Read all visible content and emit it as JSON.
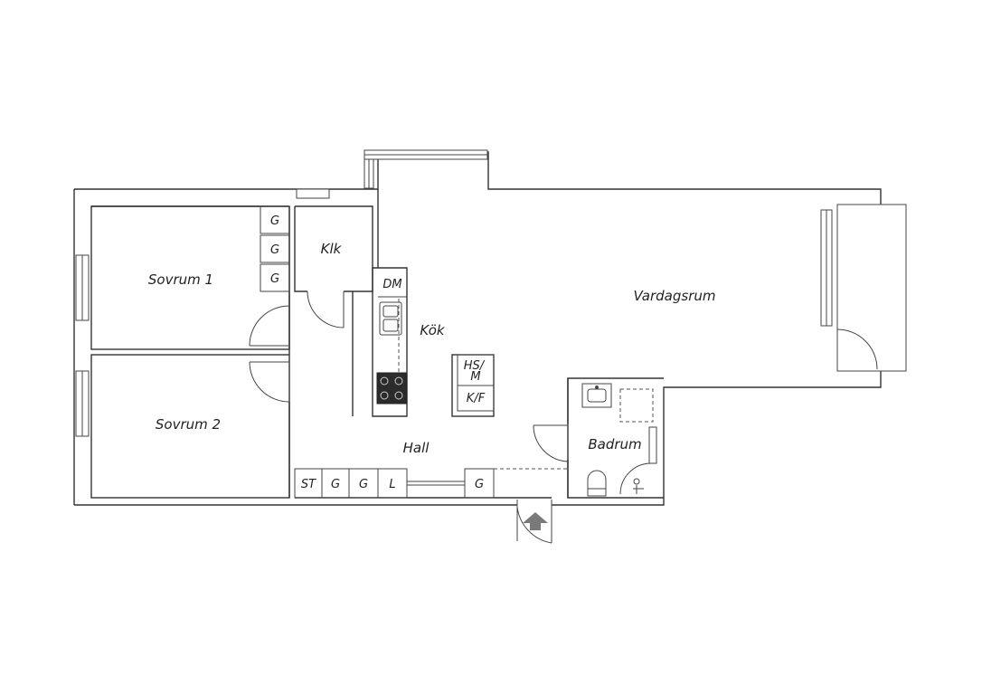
{
  "rooms": {
    "sovrum1": "Sovrum 1",
    "sovrum2": "Sovrum 2",
    "klk": "Klk",
    "kok": "Kök",
    "vardagsrum": "Vardagsrum",
    "hall": "Hall",
    "badrum": "Badrum"
  },
  "fixtures": {
    "wardrobe_g": "G",
    "dm": "DM",
    "hs_line1": "HS/",
    "hs_line2": "M",
    "kf": "K/F",
    "st": "ST",
    "l": "L"
  },
  "colors": {
    "wall": "#333333",
    "arrow": "#7a7a7a",
    "hob": "#2b2b2b"
  }
}
